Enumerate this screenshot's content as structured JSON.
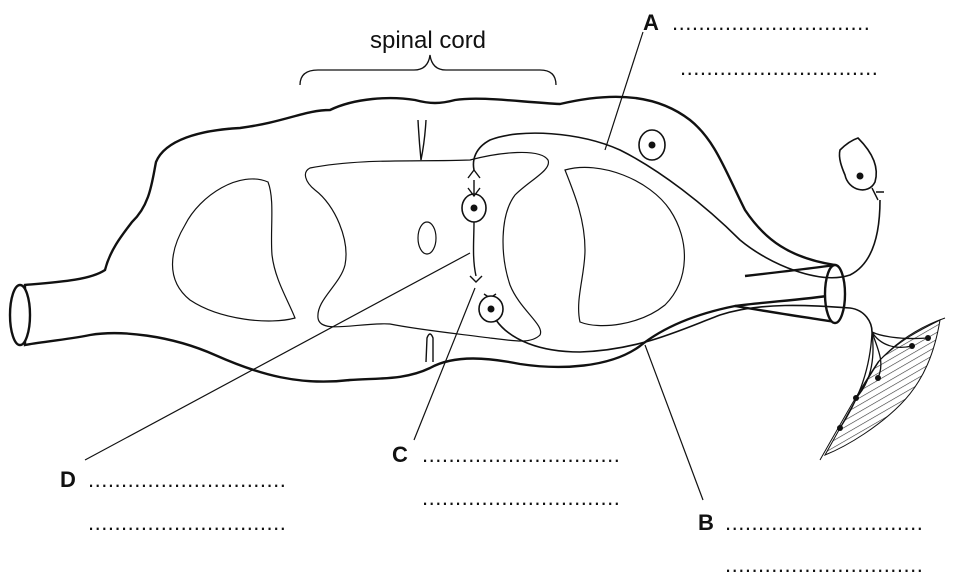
{
  "diagram": {
    "title": "spinal cord",
    "answer_line": "..............................",
    "labels": {
      "A": "A",
      "B": "B",
      "C": "C",
      "D": "D"
    }
  }
}
